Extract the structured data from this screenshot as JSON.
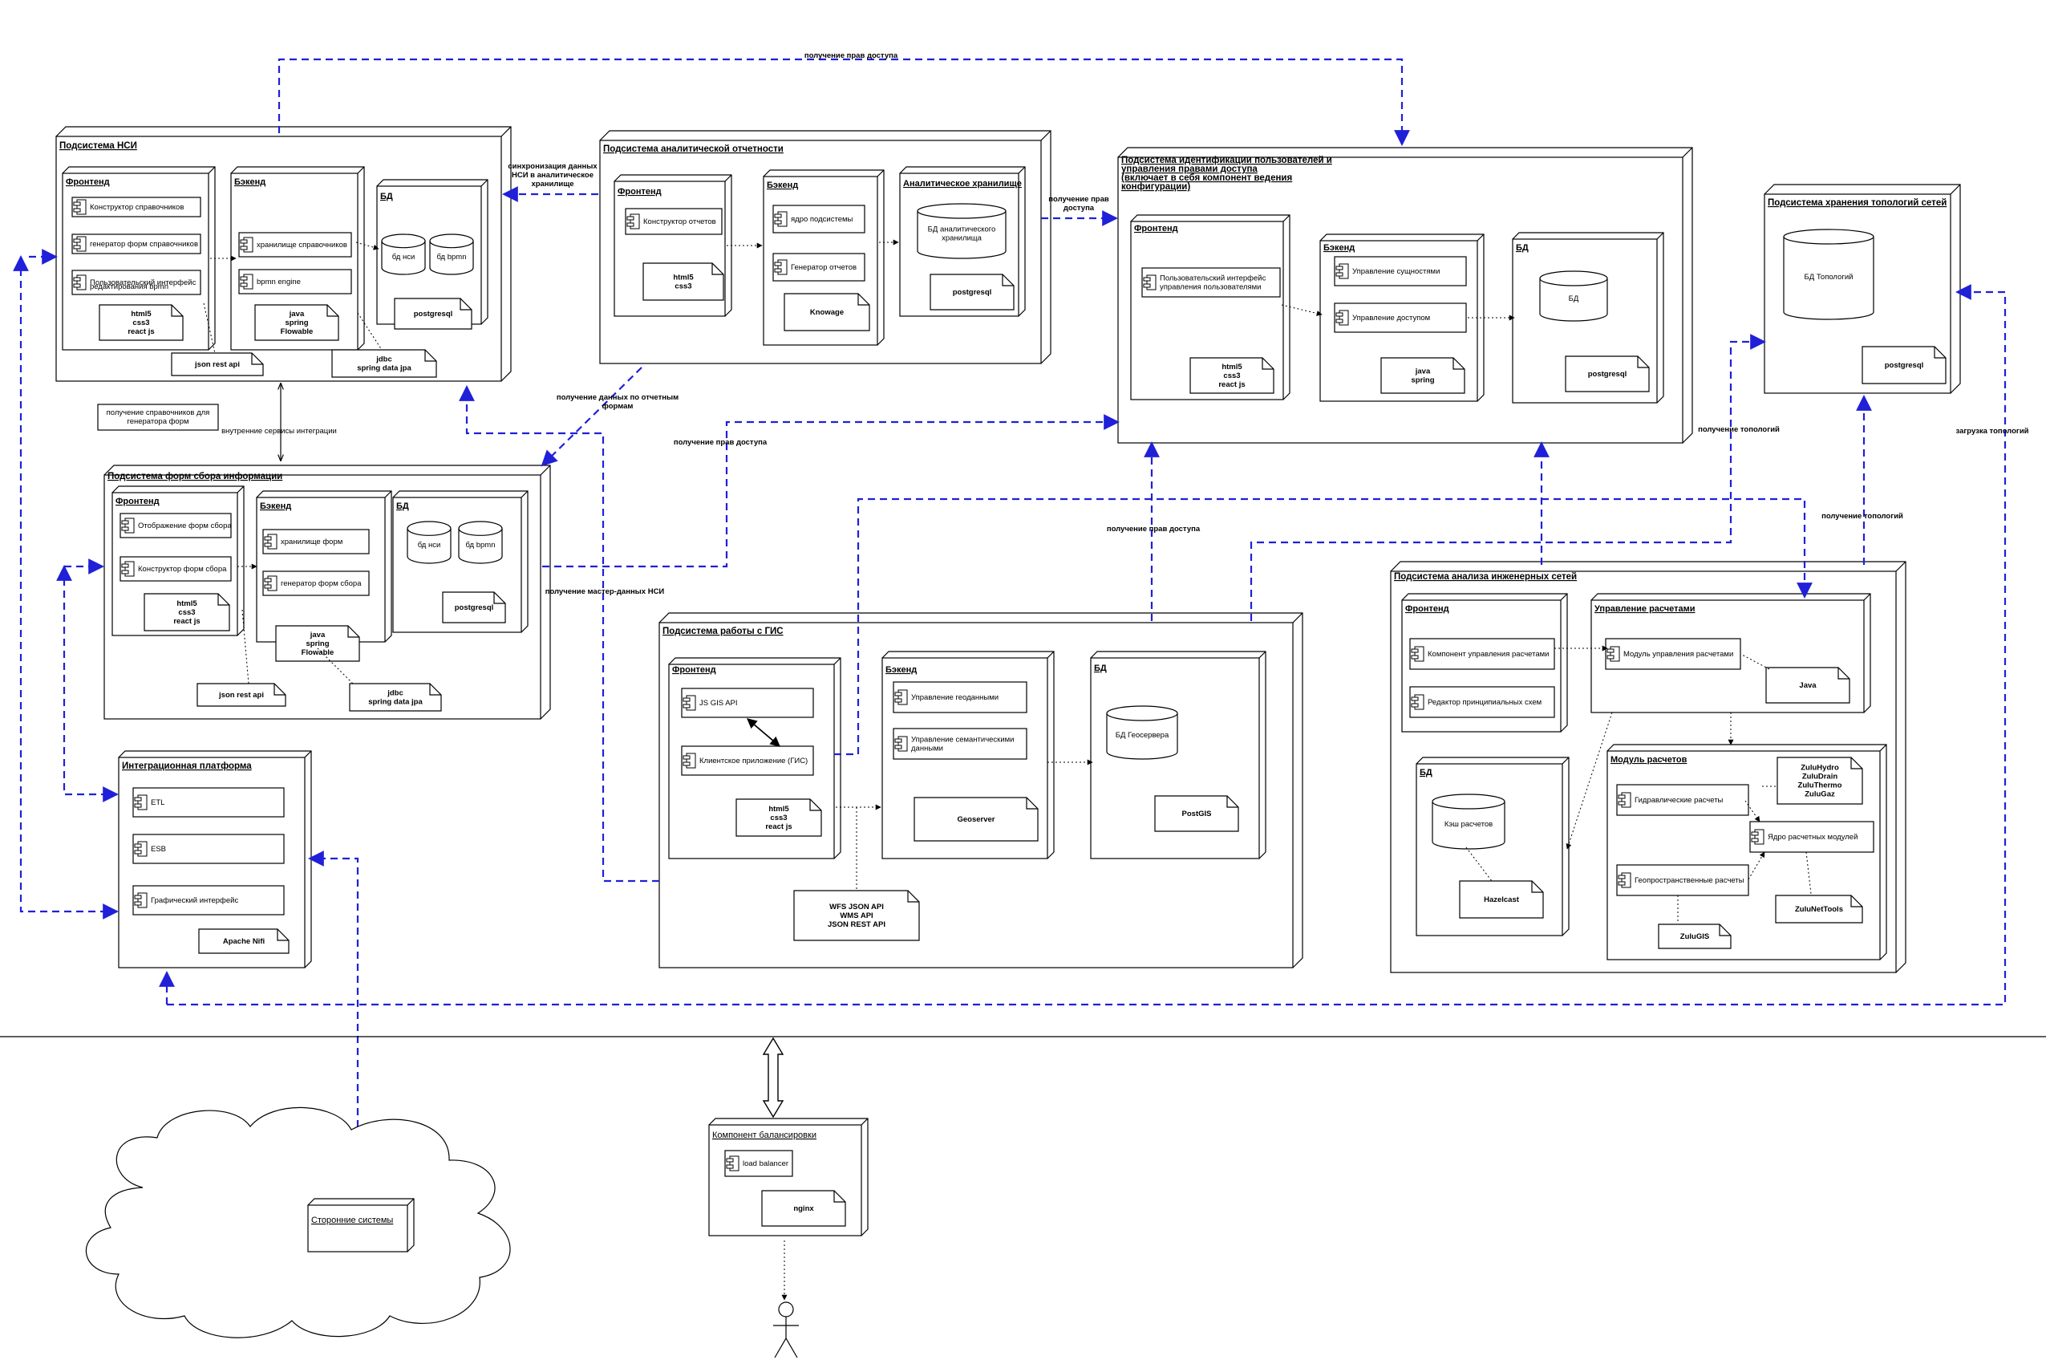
{
  "colors": {
    "line": "#000000",
    "blue_link": "#2020d8",
    "background": "#ffffff"
  },
  "nsi": {
    "title": "Подсистема НСИ",
    "frontend": {
      "title": "Фронтенд",
      "c1": "Конструктор справочников",
      "c2": "генератор форм справочников",
      "c3a": "Пользовательский интерфейс",
      "c3b": "редактирования bpmn",
      "art": [
        "html5",
        "css3",
        "react js"
      ]
    },
    "backend": {
      "title": "Бэкенд",
      "c1": "хранилище справочников",
      "c2": "bpmn engine",
      "art": [
        "java",
        "spring",
        "Flowable"
      ]
    },
    "db": {
      "title": "БД",
      "db1": "бд нси",
      "db2": "бд bpmn",
      "art": "postgresql"
    },
    "api1": "json rest api",
    "api2": [
      "jdbc",
      "spring data jpa"
    ],
    "note": [
      "получение справочников для",
      "генератора форм"
    ]
  },
  "analytic": {
    "title": "Подсистема аналитической отчетности",
    "frontend": {
      "title": "Фронтенд",
      "c1": "Конструктор отчетов",
      "art": [
        "html5",
        "css3"
      ]
    },
    "backend": {
      "title": "Бэкенд",
      "c1": "ядро подсистемы",
      "c2": "Генератор отчетов",
      "art": "Knowage"
    },
    "store": {
      "title": "Аналитическое хранилище",
      "db": [
        "БД аналитического",
        "хранилища"
      ],
      "art": "postgresql"
    }
  },
  "idm": {
    "title": [
      "Подсистема идентификации пользователей и",
      "управления правами доступа",
      "(включает в себя компонент ведения",
      "конфигурации)"
    ],
    "frontend": {
      "title": "Фронтенд",
      "c1": [
        "Пользовательский интерфейс",
        "управления пользователями"
      ],
      "art": [
        "html5",
        "css3",
        "react js"
      ]
    },
    "backend": {
      "title": "Бэкенд",
      "c1": "Управление сущностями",
      "c2": "Управление доступом",
      "art": [
        "java",
        "spring"
      ]
    },
    "db": {
      "title": "БД",
      "db": "БД",
      "art": "postgresql"
    }
  },
  "topo": {
    "title": "Подсистема хранения топологий сетей",
    "db": "БД Топологий",
    "art": "postgresql"
  },
  "forms": {
    "title": "Подсистема форм сбора информации",
    "frontend": {
      "title": "Фронтенд",
      "c1": "Отображение форм сбора",
      "c2": "Конструктор форм сбора",
      "art": [
        "html5",
        "css3",
        "react js"
      ]
    },
    "backend": {
      "title": "Бэкенд",
      "c1": "хранилище форм",
      "c2": "генератор форм сбора",
      "art": [
        "java",
        "spring",
        "Flowable"
      ]
    },
    "db": {
      "title": "БД",
      "db1": "бд нси",
      "db2": "бд bpmn",
      "art": "postgresql"
    },
    "api1": "json rest api",
    "api2": [
      "jdbc",
      "spring data jpa"
    ]
  },
  "integ": {
    "title": "Интеграционная платформа",
    "c1": "ETL",
    "c2": "ESB",
    "c3": "Графический интерфейс",
    "art": "Apache Nifi"
  },
  "gis": {
    "title": "Подсистема работы с ГИС",
    "frontend": {
      "title": "Фронтенд",
      "c1": "JS GIS API",
      "c2": "Клиентское приложение (ГИС)",
      "art": [
        "html5",
        "css3",
        "react js"
      ]
    },
    "backend": {
      "title": "Бэкенд",
      "c1": "Управление геоданными",
      "c2": [
        "Управление семантическими",
        "данными"
      ],
      "art": "Geoserver"
    },
    "db": {
      "title": "БД",
      "db": "БД Геосервера",
      "art": "PostGIS"
    },
    "api": [
      "WFS JSON API",
      "WMS API",
      "JSON REST API"
    ]
  },
  "eng": {
    "title": "Подсистема анализа инженерных сетей",
    "frontend": {
      "title": "Фронтенд",
      "c1": "Компонент управления расчетами",
      "c2": "Редактор принципиальных схем"
    },
    "mgmt": {
      "title": "Управление расчетами",
      "c1": "Модуль управления расчетами",
      "art": "Java"
    },
    "db": {
      "title": "БД",
      "db": "Кэш расчетов",
      "art": "Hazelcast"
    },
    "modules": {
      "title": "Модуль расчетов",
      "c1": "Гидравлические расчеты",
      "c2": "Ядро расчетных модулей",
      "c3": "Геопространственные расчеты",
      "art1": [
        "ZuluHydro",
        "ZuluDrain",
        "ZuluThermo",
        "ZuluGaz"
      ],
      "art2": "ZuluNetTools",
      "art3": "ZuluGIS"
    }
  },
  "balancer": {
    "title": "Компонент балансировки",
    "c1": "load balancer",
    "art": "nginx"
  },
  "external": {
    "title": "Сторонние системы"
  },
  "edges": {
    "access_top": "получение прав доступа",
    "sync": [
      "синхронизация данных",
      "НСИ в аналитическое",
      "хранилище"
    ],
    "access_right": [
      "получение прав",
      "доступа"
    ],
    "forms_data": [
      "получение данных по отчетным",
      "формам"
    ],
    "internal": "внутренние сервисы интеграции",
    "access_forms": "получение прав доступа",
    "master_data": "получение мастер-данных НСИ",
    "access_gis": "получение прав доступа",
    "topo_get1": "получение топологий",
    "topo_get2": "получение топологий",
    "topo_load": "загрузка топологий"
  }
}
